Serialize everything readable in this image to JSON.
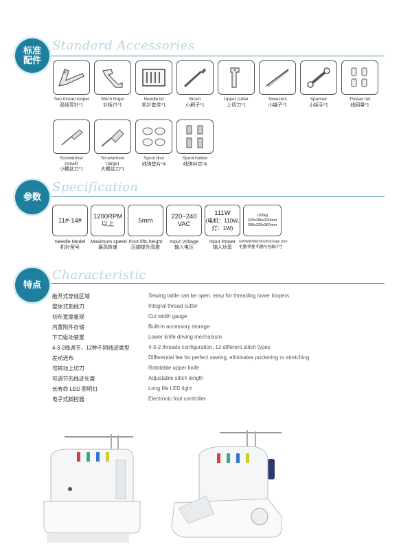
{
  "sections": {
    "accessories": {
      "badge": "标准\n配件",
      "title": "Standard Accessories"
    },
    "specification": {
      "badge": "参数",
      "title": "Specification"
    },
    "characteristic": {
      "badge": "特点",
      "title": "Characteristic"
    }
  },
  "accessories": [
    {
      "en": "Two thread looper",
      "cn": "双线弯针*1",
      "icon": "two-thread-looper-icon"
    },
    {
      "en": "Stitch finger",
      "cn": "针板爪*1",
      "icon": "stitch-finger-icon"
    },
    {
      "en": "Needle kit",
      "cn": "机针套件*1",
      "icon": "needle-kit-icon"
    },
    {
      "en": "Brush",
      "cn": "小刷子*1",
      "icon": "brush-icon"
    },
    {
      "en": "Upper cutter",
      "cn": "上切刀*1",
      "icon": "upper-cutter-icon"
    },
    {
      "en": "Tweezers",
      "cn": "小镊子*1",
      "icon": "tweezers-icon"
    },
    {
      "en": "Spanner",
      "cn": "小扳手*1",
      "icon": "spanner-icon"
    },
    {
      "en": "Thread net",
      "cn": "线网罩*1",
      "icon": "thread-net-icon"
    },
    {
      "en": "Screwdriver\n(small)",
      "cn": "小螺丝刀*1",
      "icon": "screwdriver-small-icon"
    },
    {
      "en": "Screwdriver\n(large)",
      "cn": "大螺丝刀*1",
      "icon": "screwdriver-large-icon"
    },
    {
      "en": "Spool disc",
      "cn": "线驹垫片*4",
      "icon": "spool-disc-icon"
    },
    {
      "en": "Spool holder",
      "cn": "线驹衬芯*4",
      "icon": "spool-holder-icon"
    }
  ],
  "specs": [
    {
      "value": "11#-14#",
      "en": "Needle Model",
      "cn": "机针型号"
    },
    {
      "value": "1200RPM",
      "value2": "以上",
      "en": "Maximum speed",
      "cn": "最高转速"
    },
    {
      "value": "5mm",
      "en": "Foot lifts height",
      "cn": "压脚提升高度"
    },
    {
      "value": "220~240",
      "value2": "VAC",
      "en": "Input Voltage",
      "cn": "输入电压"
    },
    {
      "value": "111W",
      "value2": "(电机：110W,",
      "value3": "灯：1W)",
      "en": "Input Power",
      "cn": "输入功率"
    },
    {
      "value": "10/5kg",
      "value2": "320x280x320mm",
      "value3": "390x325x360mm",
      "en": "GW/NW/Machine/Package Size",
      "cn": "毛重/净重 机器与包装尺寸"
    }
  ],
  "characteristics": [
    {
      "cn": "敞开式穿线区域",
      "en": "Sewing table can be open, easy for threading lower loopers"
    },
    {
      "cn": "整体式割线刀",
      "en": "Integral thread cutter"
    },
    {
      "cn": "切布宽度量规",
      "en": "Cut width gauge"
    },
    {
      "cn": "内置附件存储",
      "en": "Built-in accessory storage"
    },
    {
      "cn": "下刀驱动装置",
      "en": "Lower knife driving mechanism"
    },
    {
      "cn": "4-3-2线调节，12种不同线迹类型",
      "en": "4-3-2 threads configuration, 12 different stitch types"
    },
    {
      "cn": "差动送布",
      "en": "Differential fee for perfect sewing, eliminates puckering or stretching"
    },
    {
      "cn": "可转动上切刀",
      "en": "Rotatable upper knife"
    },
    {
      "cn": "可调节的线迹长度",
      "en": "Adjustable stitch length"
    },
    {
      "cn": "长寿命 LED 照明灯",
      "en": "Long life LED light"
    },
    {
      "cn": "电子式脚控器",
      "en": "Electronic foot controller"
    }
  ]
}
